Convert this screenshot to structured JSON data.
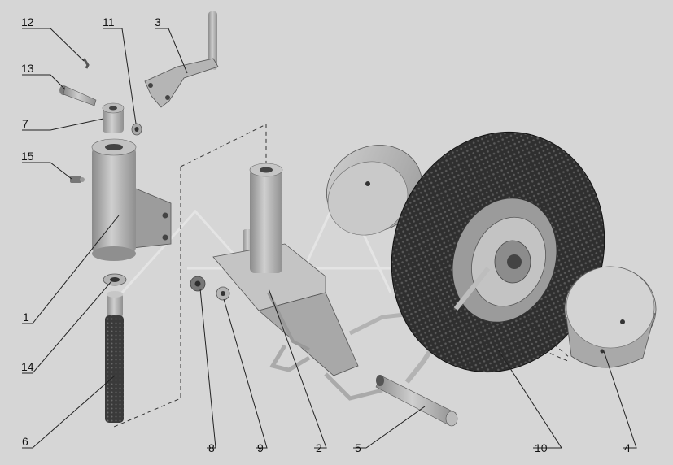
{
  "colors": {
    "background": "#d6d6d6",
    "metal": "#b9b9b9",
    "metal_dark": "#7a7a7a",
    "tire": "#2b2b2b",
    "line": "#222222"
  },
  "callouts": [
    {
      "id": "c12",
      "label": "12"
    },
    {
      "id": "c11",
      "label": "11"
    },
    {
      "id": "c3",
      "label": "3"
    },
    {
      "id": "c13",
      "label": "13"
    },
    {
      "id": "c7",
      "label": "7"
    },
    {
      "id": "c15",
      "label": "15"
    },
    {
      "id": "c1",
      "label": "1"
    },
    {
      "id": "c14",
      "label": "14"
    },
    {
      "id": "c6",
      "label": "6"
    },
    {
      "id": "c8",
      "label": "8"
    },
    {
      "id": "c9",
      "label": "9"
    },
    {
      "id": "c2",
      "label": "2"
    },
    {
      "id": "c5",
      "label": "5"
    },
    {
      "id": "c10",
      "label": "10"
    },
    {
      "id": "c4",
      "label": "4"
    }
  ]
}
